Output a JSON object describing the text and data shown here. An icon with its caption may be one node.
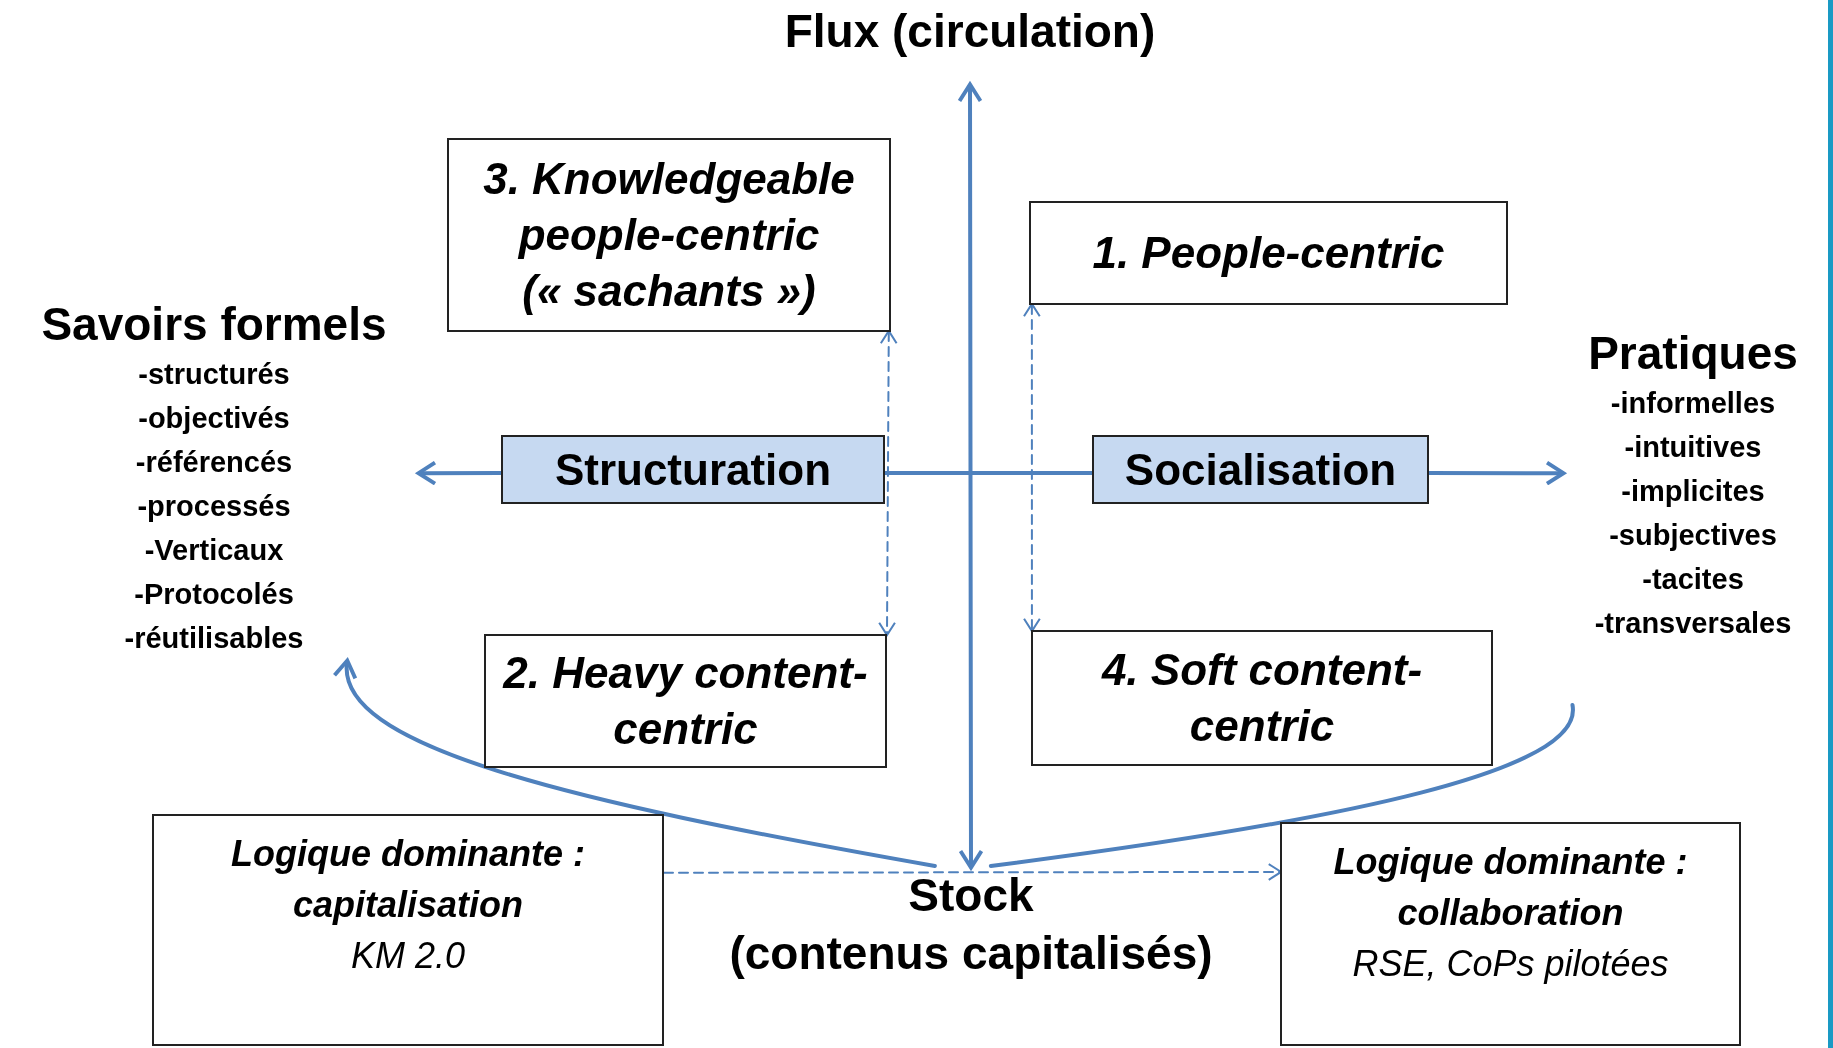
{
  "diagram": {
    "nodes": [
      {
        "text": [
          "Flux (circulation)"
        ]
      },
      {
        "text": [
          "3. Knowledgeable people-centric (« sachants »)"
        ]
      },
      {
        "text": [
          "1. People-centric"
        ]
      },
      {
        "text": [
          "Savoirs formels",
          "-structurés",
          "-objectivés",
          "-référencés",
          "-processés",
          "-Verticaux",
          "-Protocolés",
          "-réutilisables"
        ]
      },
      {
        "text": [
          "Structuration"
        ]
      },
      {
        "text": [
          "Socialisation"
        ]
      },
      {
        "text": [
          "Pratiques",
          "-informelles",
          "-intuitives",
          "-implicites",
          "-subjectives",
          "-tacites",
          "-transversales"
        ]
      },
      {
        "text": [
          "2. Heavy content-centric"
        ]
      },
      {
        "text": [
          "4. Soft content-centric"
        ]
      },
      {
        "text": [
          "Logique dominante : capitalisation",
          "KM 2.0"
        ]
      },
      {
        "text": [
          "Stock",
          "(contenus capitalisés)"
        ]
      },
      {
        "text": [
          "Logique dominante : collaboration",
          "RSE, CoPs pilotées"
        ]
      }
    ],
    "edges": [
      {
        "from": 10,
        "to": 0,
        "arrow": "both"
      },
      {
        "from": 4,
        "to": 3,
        "arrow": "to"
      },
      {
        "from": 4,
        "to": 5,
        "arrow": "none"
      },
      {
        "from": 5,
        "to": 6,
        "arrow": "to"
      },
      {
        "from": 1,
        "to": 7,
        "arrow": "both",
        "style": "dashed"
      },
      {
        "from": 2,
        "to": 8,
        "arrow": "both",
        "style": "dashed"
      },
      {
        "from": 9,
        "to": 11,
        "arrow": "to",
        "style": "dashed"
      },
      {
        "from": 10,
        "to": 3,
        "arrow": "to"
      },
      {
        "from": 10,
        "to": 6,
        "arrow": "none"
      }
    ]
  }
}
